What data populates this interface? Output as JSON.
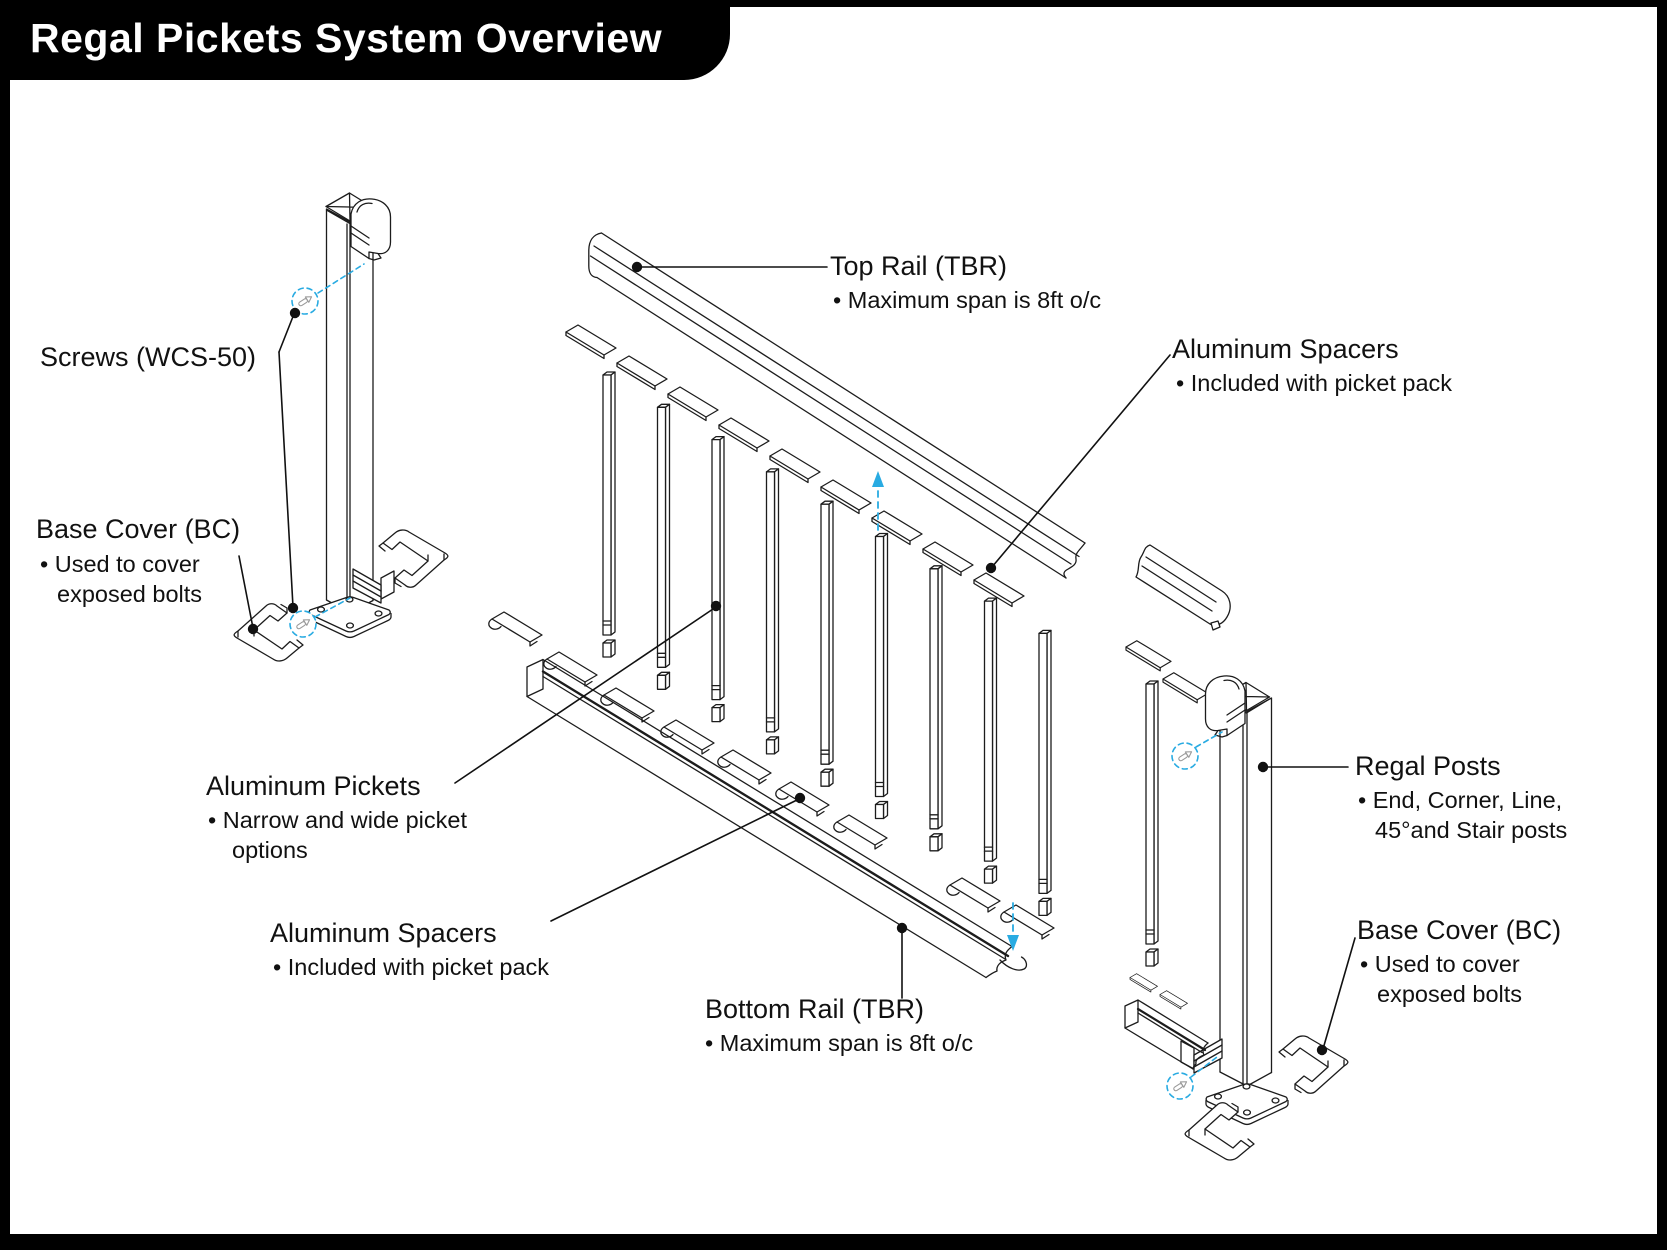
{
  "header": {
    "title": "Regal Pickets System Overview"
  },
  "colors": {
    "ink": "#1c1c1c",
    "accent_blue": "#29ABE2",
    "background": "#FFFFFF"
  },
  "labels": {
    "screws": {
      "title": "Screws (WCS-50)"
    },
    "base_cover_left": {
      "title": "Base Cover (BC)",
      "bullet_line1": "• Used to cover",
      "bullet_line2": "exposed bolts"
    },
    "top_rail": {
      "title": "Top Rail (TBR)",
      "bullet": "• Maximum span is 8ft o/c"
    },
    "aluminum_spacers_top": {
      "title": "Aluminum Spacers",
      "bullet": "• Included with picket pack"
    },
    "aluminum_pickets": {
      "title": "Aluminum Pickets",
      "bullet_line1": "• Narrow and wide picket",
      "bullet_line2": "options"
    },
    "aluminum_spacers_bottom": {
      "title": "Aluminum Spacers",
      "bullet": "• Included with picket pack"
    },
    "bottom_rail": {
      "title": "Bottom Rail (TBR)",
      "bullet": "• Maximum span is 8ft o/c"
    },
    "regal_posts": {
      "title": "Regal Posts",
      "bullet_line1": "• End, Corner, Line,",
      "bullet_line2": "45°and Stair posts"
    },
    "base_cover_right": {
      "title": "Base Cover (BC)",
      "bullet_line1": "• Used to cover",
      "bullet_line2": "exposed bolts"
    }
  }
}
